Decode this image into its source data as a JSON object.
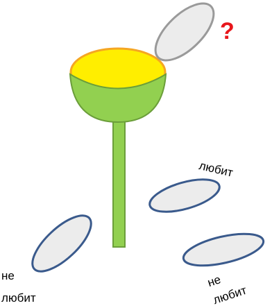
{
  "question_mark": "?",
  "labels": {
    "loves": "любит",
    "not_loves_left_line1": "не",
    "not_loves_left_line2": "любит",
    "not_loves_right_line1": "не",
    "not_loves_right_line2": "любит"
  },
  "colors": {
    "petal_fill": "#ececec",
    "question_petal_outline": "#9a9a9a",
    "fallen_petal_outline": "#3a5a8c",
    "flower_center": "#ffee00",
    "flower_center_outline": "#f5a623",
    "receptacle": "#92d050",
    "stem": "#92d050",
    "stem_outline": "#6b9e3a",
    "question_mark": "#e8161b"
  }
}
